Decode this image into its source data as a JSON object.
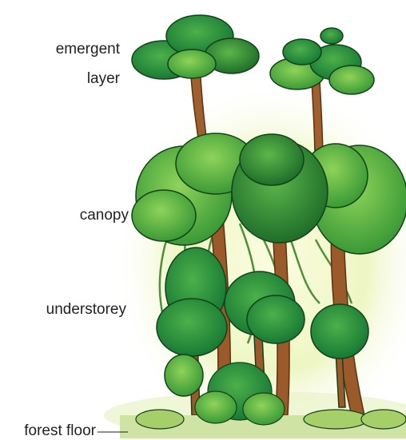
{
  "diagram": {
    "labels": {
      "emergent_line1": "emergent",
      "emergent_line2": "layer",
      "canopy": "canopy",
      "understorey": "understorey",
      "forest_floor": "forest floor"
    },
    "colors": {
      "leaf_dark": "#1f7a2e",
      "leaf_mid": "#3aa63a",
      "leaf_light": "#7cc84a",
      "trunk": "#9a5a2a",
      "glow": "#f4f7c8",
      "outline": "#14401a"
    }
  }
}
